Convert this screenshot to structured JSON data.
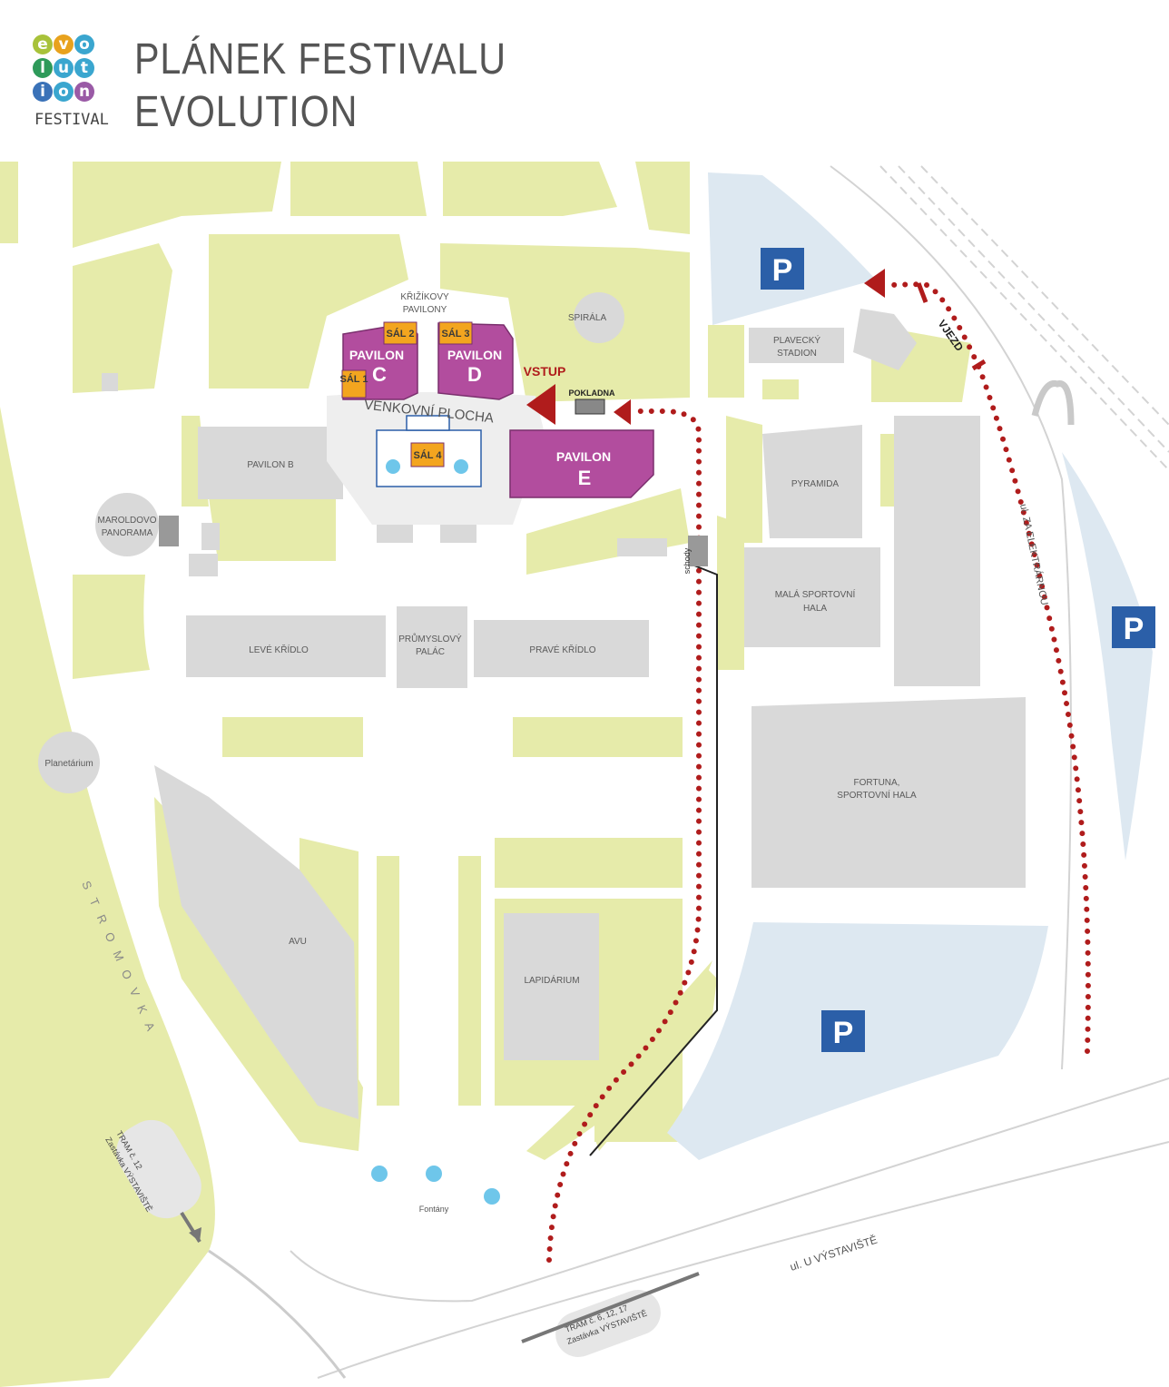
{
  "logo": {
    "rows": [
      [
        {
          "ch": "e",
          "color": "#a8c23a"
        },
        {
          "ch": "v",
          "color": "#e8a21d"
        },
        {
          "ch": "o",
          "color": "#3aa6cf"
        }
      ],
      [
        {
          "ch": "l",
          "color": "#2e9a5a"
        },
        {
          "ch": "u",
          "color": "#3aa6cf"
        },
        {
          "ch": "t",
          "color": "#3aa6cf"
        }
      ],
      [
        {
          "ch": "i",
          "color": "#3a72b8"
        },
        {
          "ch": "o",
          "color": "#3aa6cf"
        },
        {
          "ch": "n",
          "color": "#9a5aa6"
        }
      ]
    ],
    "subtitle": "FESTIVAL"
  },
  "header": {
    "title_line1": "PLÁNEK FESTIVALU",
    "title_line2": "EVOLUTION"
  },
  "map": {
    "colors": {
      "green": "#e6ebaa",
      "building": "#d9d9d9",
      "pavilion": "#b24d9e",
      "sal": "#f3a51f",
      "parking_area": "#dde8f1",
      "parking_sign": "#2b5fa8",
      "route": "#b01c1c",
      "water": "#6ec6ea"
    },
    "pavilions": {
      "c_top": "PAVILON",
      "c_letter": "C",
      "d_top": "PAVILON",
      "d_letter": "D",
      "e_top": "PAVILON",
      "e_letter": "E"
    },
    "sal": {
      "sal1": "SÁL 1",
      "sal2": "SÁL 2",
      "sal3": "SÁL 3",
      "sal4": "SÁL 4"
    },
    "labels": {
      "krizikovy_1": "KŘIŽÍKOVY",
      "krizikovy_2": "PAVILONY",
      "spirala": "SPIRÁLA",
      "plavecky_1": "PLAVECKÝ",
      "plavecky_2": "STADION",
      "venkovni": "VENKOVNÍ PLOCHA",
      "vstup": "VSTUP",
      "pokladna": "POKLADNA",
      "pavilon_b": "PAVILON B",
      "maroldovo_1": "MAROLDOVO",
      "maroldovo_2": "PANORAMA",
      "pyramida": "PYRAMIDA",
      "schody": "schody",
      "mala_1": "MALÁ SPORTOVNÍ",
      "mala_2": "HALA",
      "leve": "LEVÉ KŘÍDLO",
      "prumyslovy_1": "PRŮMYSLOVÝ",
      "prumyslovy_2": "PALÁC",
      "prave": "PRAVÉ KŘÍDLO",
      "planetarium": "Planetárium",
      "fortuna_1": "FORTUNA,",
      "fortuna_2": "SPORTOVNÍ HALA",
      "avu": "AVU",
      "lapidarium": "LAPIDÁRIUM",
      "stromovka": "STROMOVKA",
      "fontany": "Fontány",
      "vjezd": "VJEZD",
      "ul_elektrarnou": "ul. ZA ELEKTRÁRNOU",
      "ul_vystaviste": "ul. U VÝSTAVIŠTĚ",
      "tram12_1": "TRAM č. 12",
      "tram12_2": "Zastávka VÝSTAVIŠTĚ",
      "tram6_1": "TRAM č. 6, 12, 17",
      "tram6_2": "Zastávka VÝSTAVIŠTĚ"
    },
    "parking": [
      "P",
      "P",
      "P"
    ]
  }
}
